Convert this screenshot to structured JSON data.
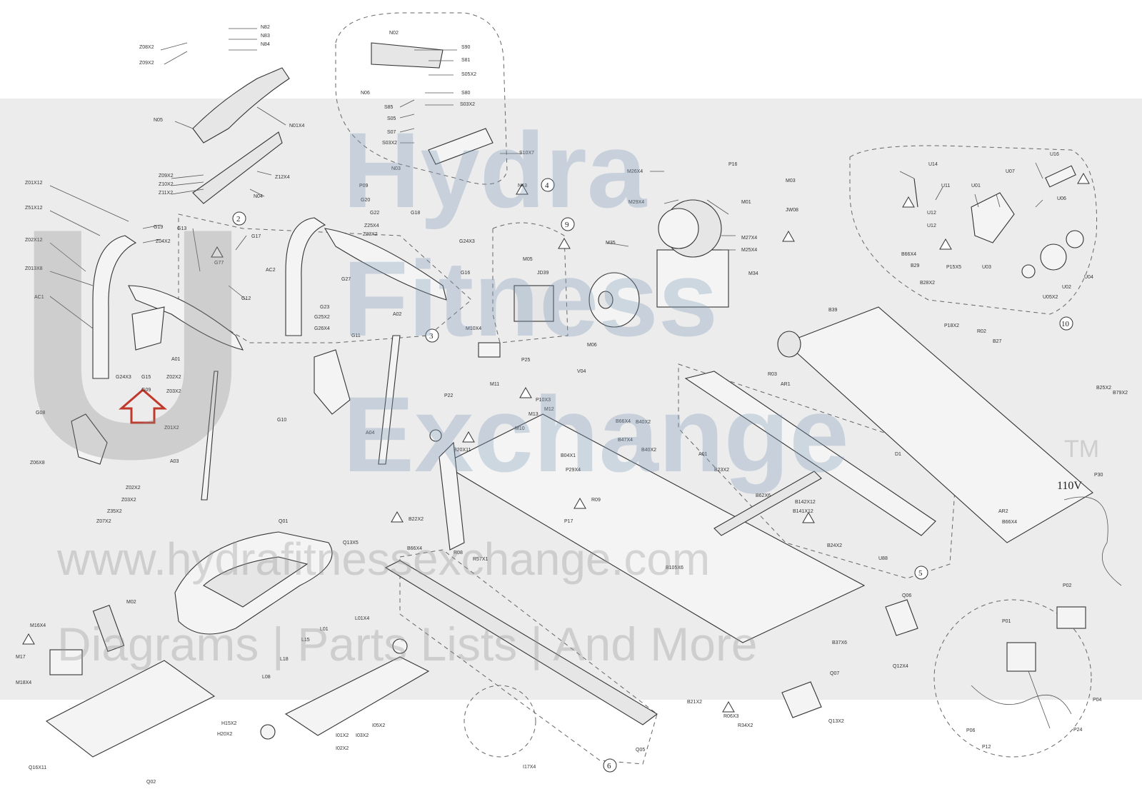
{
  "watermark": {
    "brand_line1": "Hydra",
    "brand_line2": "Fitness",
    "brand_line3": "Exchange",
    "tm": "TM",
    "url": "www.hydrafitnessexchange.com",
    "tagline": "Diagrams | Parts Lists | And More"
  },
  "voltage_label": "110V",
  "callouts": [
    "2",
    "3",
    "4",
    "5",
    "6",
    "9",
    "10"
  ],
  "part_labels": [
    {
      "id": "p1",
      "text": "Z08X2"
    },
    {
      "id": "p2",
      "text": "Z09X2"
    },
    {
      "id": "p3",
      "text": "N82"
    },
    {
      "id": "p4",
      "text": "N83"
    },
    {
      "id": "p5",
      "text": "N84"
    },
    {
      "id": "p6",
      "text": "N05"
    },
    {
      "id": "p7",
      "text": "N01X4"
    },
    {
      "id": "p8",
      "text": "Z09X2"
    },
    {
      "id": "p9",
      "text": "Z10X2"
    },
    {
      "id": "p10",
      "text": "Z11X2"
    },
    {
      "id": "p11",
      "text": "Z12X4"
    },
    {
      "id": "p12",
      "text": "N04"
    },
    {
      "id": "p13",
      "text": "Z01X12"
    },
    {
      "id": "p14",
      "text": "Z51X12"
    },
    {
      "id": "p15",
      "text": "Z02X12"
    },
    {
      "id": "p16",
      "text": "Z013X8"
    },
    {
      "id": "p17",
      "text": "AC1"
    },
    {
      "id": "p18",
      "text": "G19"
    },
    {
      "id": "p19",
      "text": "Z04X2"
    },
    {
      "id": "p20",
      "text": "G13"
    },
    {
      "id": "p21",
      "text": "G77"
    },
    {
      "id": "p22",
      "text": "G17"
    },
    {
      "id": "p23",
      "text": "G12"
    },
    {
      "id": "p24",
      "text": "AC2"
    },
    {
      "id": "p25",
      "text": "A01"
    },
    {
      "id": "p26",
      "text": "G24X3"
    },
    {
      "id": "p27",
      "text": "G15"
    },
    {
      "id": "p28",
      "text": "Z02X2"
    },
    {
      "id": "p29",
      "text": "Z03X2"
    },
    {
      "id": "p30",
      "text": "Z01X2"
    },
    {
      "id": "p31",
      "text": "G09"
    },
    {
      "id": "p32",
      "text": "G08"
    },
    {
      "id": "p33",
      "text": "Z06X8"
    },
    {
      "id": "p34",
      "text": "A03"
    },
    {
      "id": "p35",
      "text": "Z02X2"
    },
    {
      "id": "p36",
      "text": "Z03X2"
    },
    {
      "id": "p37",
      "text": "Z35X2"
    },
    {
      "id": "p38",
      "text": "Z07X2"
    },
    {
      "id": "p39",
      "text": "N02"
    },
    {
      "id": "p40",
      "text": "S90"
    },
    {
      "id": "p41",
      "text": "S81"
    },
    {
      "id": "p42",
      "text": "S05X2"
    },
    {
      "id": "p43",
      "text": "S80"
    },
    {
      "id": "p44",
      "text": "S03X2"
    },
    {
      "id": "p45",
      "text": "N06"
    },
    {
      "id": "p46",
      "text": "S85"
    },
    {
      "id": "p47",
      "text": "S05"
    },
    {
      "id": "p48",
      "text": "S07"
    },
    {
      "id": "p49",
      "text": "S03X2"
    },
    {
      "id": "p50",
      "text": "N03"
    },
    {
      "id": "p51",
      "text": "S10X7"
    },
    {
      "id": "p52",
      "text": "N43"
    },
    {
      "id": "p53",
      "text": "P09"
    },
    {
      "id": "p54",
      "text": "G20"
    },
    {
      "id": "p55",
      "text": "G22"
    },
    {
      "id": "p56",
      "text": "Z25X4"
    },
    {
      "id": "p57",
      "text": "Z23X2"
    },
    {
      "id": "p58",
      "text": "G18"
    },
    {
      "id": "p59",
      "text": "G24X3"
    },
    {
      "id": "p60",
      "text": "G16"
    },
    {
      "id": "p61",
      "text": "G27"
    },
    {
      "id": "p62",
      "text": "G23"
    },
    {
      "id": "p63",
      "text": "G25X2"
    },
    {
      "id": "p64",
      "text": "G26X4"
    },
    {
      "id": "p65",
      "text": "A02"
    },
    {
      "id": "p66",
      "text": "G11"
    },
    {
      "id": "p67",
      "text": "G10"
    },
    {
      "id": "p68",
      "text": "A04"
    },
    {
      "id": "p69",
      "text": "M05"
    },
    {
      "id": "p70",
      "text": "JD39"
    },
    {
      "id": "p71",
      "text": "M10X4"
    },
    {
      "id": "p72",
      "text": "P25"
    },
    {
      "id": "p73",
      "text": "M11"
    },
    {
      "id": "p74",
      "text": "P22"
    },
    {
      "id": "p75",
      "text": "M26X4"
    },
    {
      "id": "p76",
      "text": "P16"
    },
    {
      "id": "p77",
      "text": "M03"
    },
    {
      "id": "p78",
      "text": "M29X4"
    },
    {
      "id": "p79",
      "text": "M01"
    },
    {
      "id": "p80",
      "text": "JW08"
    },
    {
      "id": "p81",
      "text": "M35"
    },
    {
      "id": "p82",
      "text": "M27X4"
    },
    {
      "id": "p83",
      "text": "M25X4"
    },
    {
      "id": "p84",
      "text": "M34"
    },
    {
      "id": "p85",
      "text": "M06"
    },
    {
      "id": "p86",
      "text": "V04"
    },
    {
      "id": "p87",
      "text": "U14"
    },
    {
      "id": "p88",
      "text": "U11"
    },
    {
      "id": "p89",
      "text": "U01"
    },
    {
      "id": "p90",
      "text": "U07"
    },
    {
      "id": "p91",
      "text": "U16"
    },
    {
      "id": "p92",
      "text": "U06"
    },
    {
      "id": "p93",
      "text": "U12"
    },
    {
      "id": "p94",
      "text": "U12"
    },
    {
      "id": "p95",
      "text": "U03"
    },
    {
      "id": "p96",
      "text": "U04"
    },
    {
      "id": "p97",
      "text": "U02"
    },
    {
      "id": "p98",
      "text": "U05X2"
    },
    {
      "id": "p99",
      "text": "B66X4"
    },
    {
      "id": "p100",
      "text": "B29"
    },
    {
      "id": "p101",
      "text": "B28X2"
    },
    {
      "id": "p102",
      "text": "P18X2"
    },
    {
      "id": "p103",
      "text": "P15X5"
    },
    {
      "id": "p104",
      "text": "B39"
    },
    {
      "id": "p105",
      "text": "R02"
    },
    {
      "id": "p106",
      "text": "B27"
    },
    {
      "id": "p107",
      "text": "R03"
    },
    {
      "id": "p108",
      "text": "AR1"
    },
    {
      "id": "p109",
      "text": "B25X2"
    },
    {
      "id": "p110",
      "text": "B79X2"
    },
    {
      "id": "p111",
      "text": "P10X3"
    },
    {
      "id": "p112",
      "text": "M12"
    },
    {
      "id": "p113",
      "text": "M13"
    },
    {
      "id": "p114",
      "text": "M10"
    },
    {
      "id": "p115",
      "text": "B20X11"
    },
    {
      "id": "p116",
      "text": "B66X4"
    },
    {
      "id": "p117",
      "text": "B40X2"
    },
    {
      "id": "p118",
      "text": "B47X4"
    },
    {
      "id": "p119",
      "text": "B40X2"
    },
    {
      "id": "p120",
      "text": "B04X1"
    },
    {
      "id": "p121",
      "text": "P29X4"
    },
    {
      "id": "p122",
      "text": "R09"
    },
    {
      "id": "p123",
      "text": "P17"
    },
    {
      "id": "p124",
      "text": "A01"
    },
    {
      "id": "p125",
      "text": "B23X2"
    },
    {
      "id": "p126",
      "text": "D1"
    },
    {
      "id": "p127",
      "text": "P30"
    },
    {
      "id": "p128",
      "text": "AR2"
    },
    {
      "id": "p129",
      "text": "B66X4"
    },
    {
      "id": "p130",
      "text": "B22X2"
    },
    {
      "id": "p131",
      "text": "B66X4"
    },
    {
      "id": "p132",
      "text": "R08"
    },
    {
      "id": "p133",
      "text": "R57X1"
    },
    {
      "id": "p134",
      "text": "B62X6"
    },
    {
      "id": "p135",
      "text": "B142X12"
    },
    {
      "id": "p136",
      "text": "B141X12"
    },
    {
      "id": "p137",
      "text": "B24X2"
    },
    {
      "id": "p138",
      "text": "B105X6"
    },
    {
      "id": "p139",
      "text": "U88"
    },
    {
      "id": "p140",
      "text": "Q01"
    },
    {
      "id": "p141",
      "text": "Q13X5"
    },
    {
      "id": "p142",
      "text": "M02"
    },
    {
      "id": "p143",
      "text": "M16X4"
    },
    {
      "id": "p144",
      "text": "M17"
    },
    {
      "id": "p145",
      "text": "M18X4"
    },
    {
      "id": "p146",
      "text": "Q16X11"
    },
    {
      "id": "p147",
      "text": "Q02"
    },
    {
      "id": "p148",
      "text": "L01X4"
    },
    {
      "id": "p149",
      "text": "L01"
    },
    {
      "id": "p150",
      "text": "L15"
    },
    {
      "id": "p151",
      "text": "L18"
    },
    {
      "id": "p152",
      "text": "L08"
    },
    {
      "id": "p153",
      "text": "H15X2"
    },
    {
      "id": "p154",
      "text": "H20X2"
    },
    {
      "id": "p155",
      "text": "I05X2"
    },
    {
      "id": "p156",
      "text": "I03X2"
    },
    {
      "id": "p157",
      "text": "I01X2"
    },
    {
      "id": "p158",
      "text": "I02X2"
    },
    {
      "id": "p159",
      "text": "Q05"
    },
    {
      "id": "p160",
      "text": "I17X4"
    },
    {
      "id": "p161",
      "text": "B21X2"
    },
    {
      "id": "p162",
      "text": "R06X3"
    },
    {
      "id": "p163",
      "text": "R34X2"
    },
    {
      "id": "p164",
      "text": "Q07"
    },
    {
      "id": "p165",
      "text": "Q13X2"
    },
    {
      "id": "p166",
      "text": "Q06"
    },
    {
      "id": "p167",
      "text": "Q12X4"
    },
    {
      "id": "p168",
      "text": "B37X6"
    },
    {
      "id": "p169",
      "text": "P02"
    },
    {
      "id": "p170",
      "text": "P01"
    },
    {
      "id": "p171",
      "text": "P06"
    },
    {
      "id": "p172",
      "text": "P04"
    },
    {
      "id": "p173",
      "text": "P24"
    },
    {
      "id": "p174",
      "text": "P12"
    }
  ]
}
